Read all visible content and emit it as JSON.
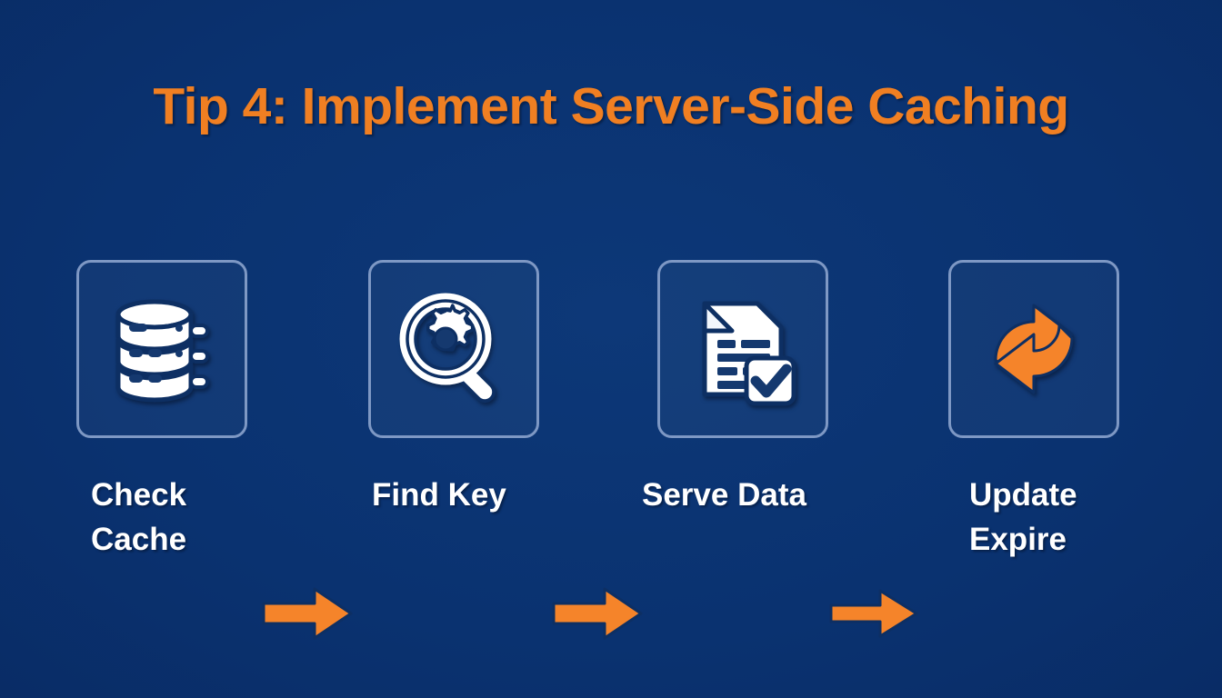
{
  "slide": {
    "title": "Tip 4: Implement Server-Side Caching",
    "background_color": "#0a3270",
    "accent_color": "#f07f22",
    "text_color": "#ffffff",
    "box_border_color": "#7e98c4"
  },
  "flow": {
    "steps": [
      {
        "label": "Check\nCache",
        "icon": "database-stack-icon",
        "icon_color": "#ffffff"
      },
      {
        "label": "Find Key",
        "icon": "magnifier-gear-icon",
        "icon_color": "#ffffff"
      },
      {
        "label": "Serve Data",
        "icon": "document-check-icon",
        "icon_color": "#ffffff"
      },
      {
        "label": "Update\nExpire",
        "icon": "refresh-sync-icon",
        "icon_color": "#f5842a"
      }
    ],
    "connectors": [
      {
        "icon": "arrow-right-icon",
        "color": "#f5842a"
      },
      {
        "icon": "arrow-right-icon",
        "color": "#f5842a"
      },
      {
        "icon": "arrow-right-icon",
        "color": "#f5842a"
      }
    ]
  }
}
